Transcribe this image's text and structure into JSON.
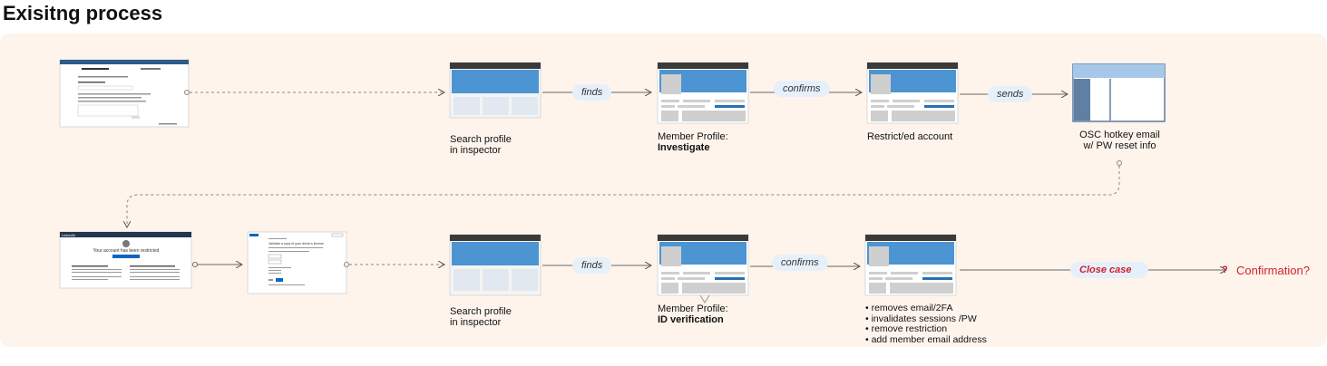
{
  "title": "Exisitng process",
  "captions": {
    "search1_l1": "Search profile",
    "search1_l2": "in inspector",
    "member1_l1": "Member Profile:",
    "member1_l2": "Investigate",
    "restrict": "Restrict/ed account",
    "osc_l1": "OSC hotkey email",
    "osc_l2": "w/ PW reset info",
    "search2_l1": "Search profile",
    "search2_l2": "in inspector",
    "member2_l1": "Member Profile:",
    "member2_l2": "ID verification"
  },
  "pills": {
    "finds1": "finds",
    "confirms1": "confirms",
    "sends": "sends",
    "finds2": "finds",
    "confirms2": "confirms",
    "close_case": "Close case"
  },
  "question_mark": "?",
  "confirmation_label": "Confirmation?",
  "actions": [
    "removes email/2FA",
    "invalidates sessions /PW",
    "remove restriction",
    "add member email address"
  ],
  "mockups": {
    "restricted_page_heading": "Your account has been restricted",
    "linkedin_logo": "LinkedIn",
    "verify_heading": "Validate a copy of your driver's license"
  },
  "colors": {
    "panel": "#fef4ec",
    "blue": "#4d94d3",
    "dark": "#3a3a3a",
    "accent_red": "#d0202a",
    "pill_bg": "#e6f0fa"
  }
}
